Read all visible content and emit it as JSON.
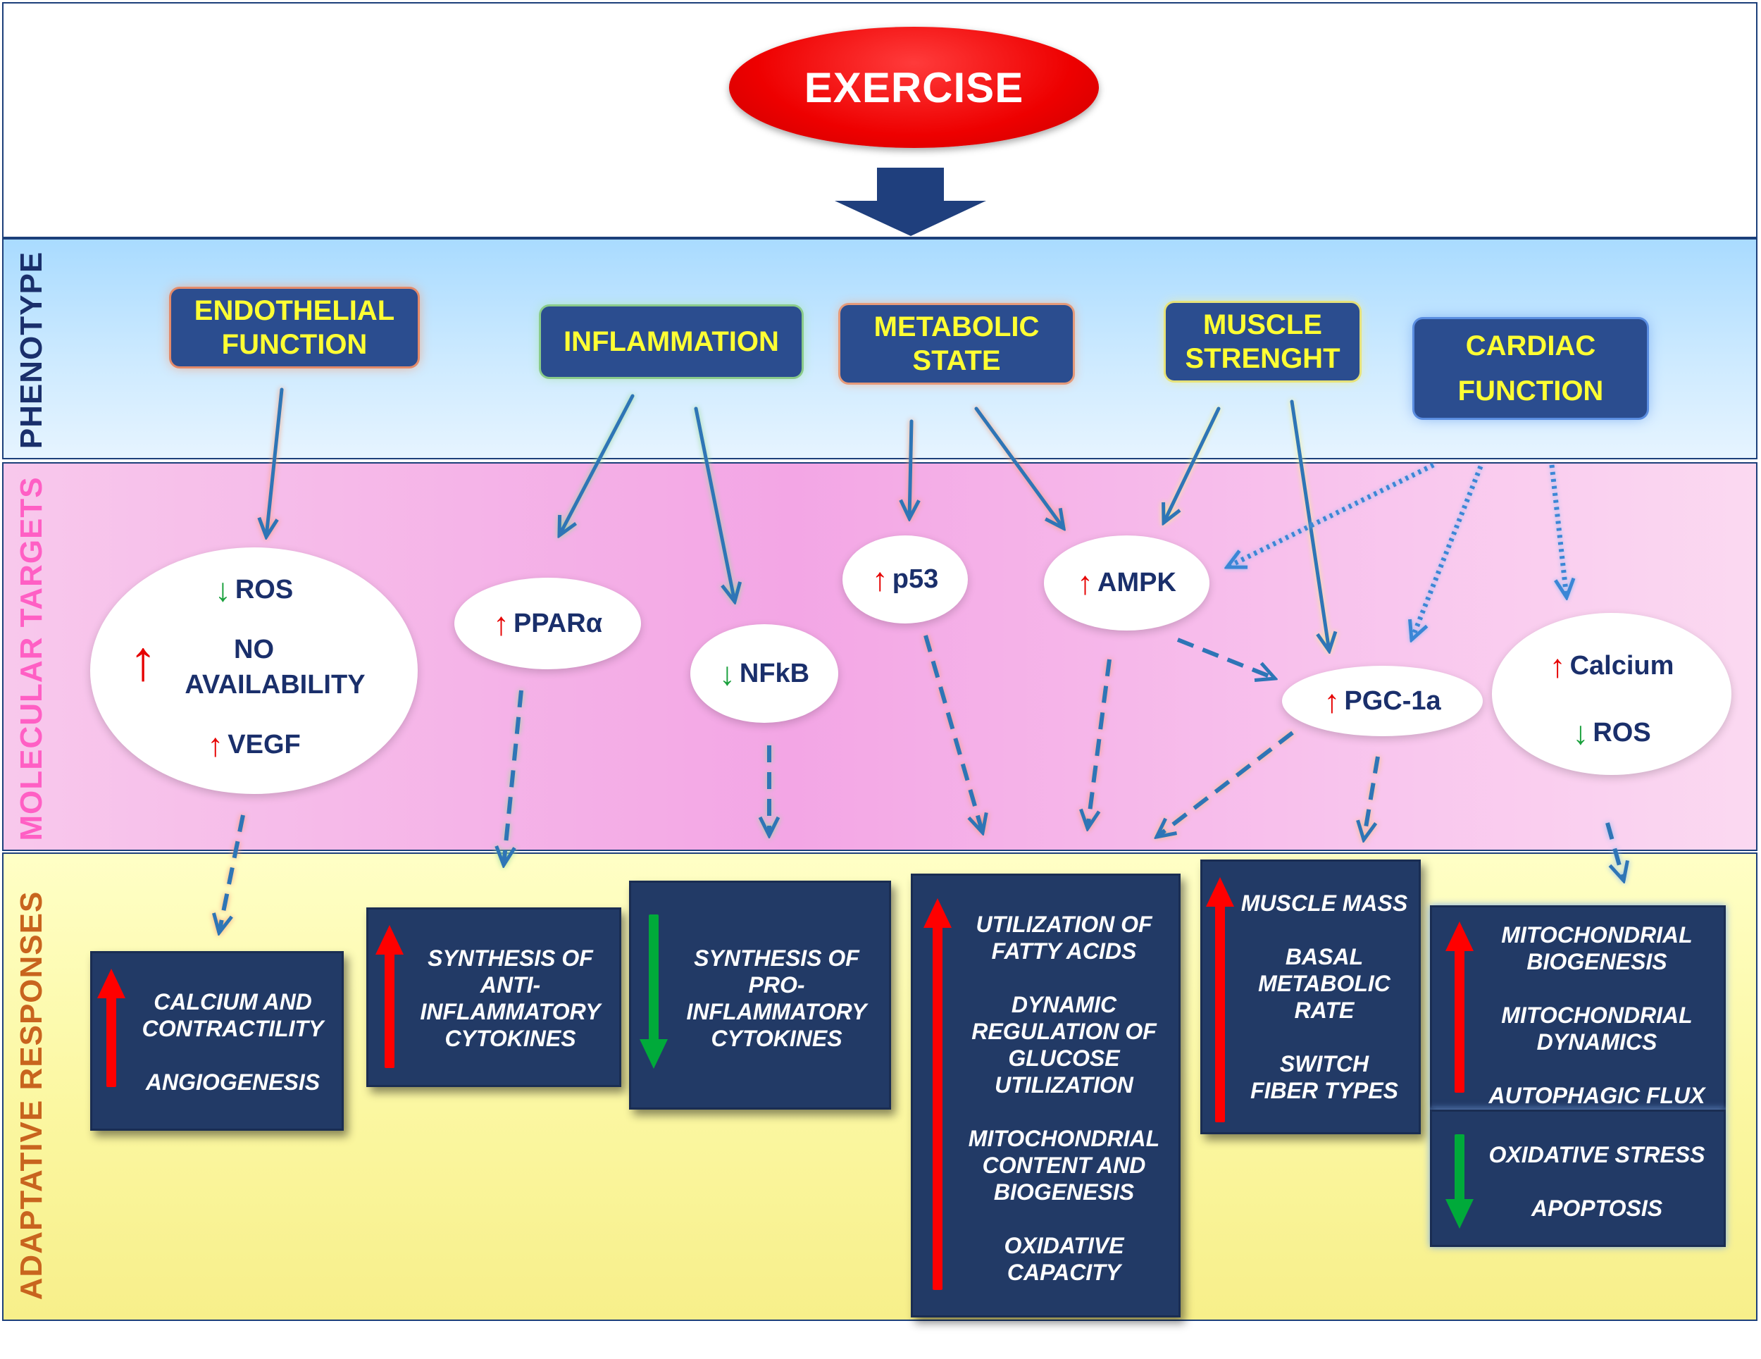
{
  "header": {
    "exercise": "EXERCISE"
  },
  "bands": {
    "phenotype": "PHENOTYPE",
    "molecular": "MOLECULAR TARGETS",
    "adaptive": "ADAPTATIVE RESPONSES"
  },
  "phenotype": {
    "endothelial": [
      "ENDOTHELIAL",
      "FUNCTION"
    ],
    "inflammation": [
      "INFLAMMATION"
    ],
    "metabolic": [
      "METABOLIC",
      "STATE"
    ],
    "muscle": [
      "MUSCLE",
      "STRENGHT"
    ],
    "cardiac": [
      "CARDIAC",
      "FUNCTION"
    ]
  },
  "targets": {
    "endo": {
      "ros": "ROS",
      "no_1": "NO",
      "no_2": "AVAILABILITY",
      "vegf": "VEGF"
    },
    "ppar": "PPARα",
    "nfkb": "NFkB",
    "p53": "p53",
    "ampk": "AMPK",
    "pgc": "PGC-1a",
    "cardiac": {
      "calcium": "Calcium",
      "ros": "ROS"
    }
  },
  "responses": {
    "calcium": {
      "lines": [
        "CALCIUM AND",
        "CONTRACTILITY",
        "",
        "ANGIOGENESIS"
      ]
    },
    "anti": {
      "lines": [
        "SYNTHESIS OF",
        "ANTI-",
        "INFLAMMATORY",
        "CYTOKINES"
      ]
    },
    "pro": {
      "lines": [
        "SYNTHESIS OF",
        "PRO-",
        "INFLAMMATORY",
        "CYTOKINES"
      ]
    },
    "metabolic": {
      "lines": [
        "UTILIZATION OF",
        "FATTY ACIDS",
        "",
        "DYNAMIC",
        "REGULATION OF",
        "GLUCOSE",
        "UTILIZATION",
        "",
        "MITOCHONDRIAL",
        "CONTENT AND",
        "BIOGENESIS",
        "",
        "OXIDATIVE",
        "CAPACITY"
      ]
    },
    "muscle": {
      "lines": [
        "MUSCLE MASS",
        "",
        "BASAL",
        "METABOLIC",
        "RATE",
        "",
        "SWITCH",
        "FIBER TYPES"
      ]
    },
    "cardiac_up": {
      "lines": [
        "MITOCHONDRIAL",
        "BIOGENESIS",
        "",
        "MITOCHONDRIAL",
        "DYNAMICS",
        "",
        "AUTOPHAGIC FLUX"
      ]
    },
    "cardiac_down": {
      "lines": [
        "OXIDATIVE STRESS",
        "",
        "APOPTOSIS"
      ]
    }
  },
  "colors": {
    "increase": "#ff0000",
    "decrease": "#00aa3a",
    "box": "#223a66",
    "phenotype_text": "#ffff33",
    "arrow": "#2e75b6"
  },
  "arrows": {
    "up": "↑",
    "down": "↓"
  }
}
